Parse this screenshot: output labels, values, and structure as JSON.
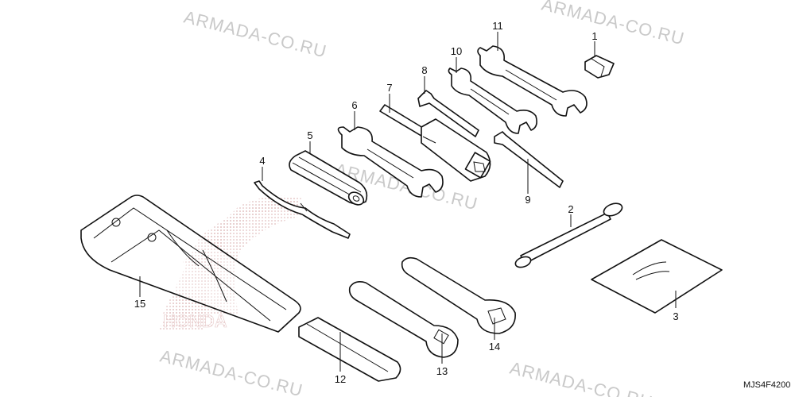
{
  "watermark": {
    "text": "ARMADA-CO.RU",
    "color": "#c8c8c8"
  },
  "logo": {
    "name": "honda-wing-logo",
    "text": "HONDA",
    "color": "#d9a8a8"
  },
  "diagram_code": "MJS4F4200",
  "callouts": [
    {
      "id": "1",
      "part": "tool-clip"
    },
    {
      "id": "2",
      "part": "tie-strap"
    },
    {
      "id": "3",
      "part": "tool-bag"
    },
    {
      "id": "4",
      "part": "screwdriver"
    },
    {
      "id": "5",
      "part": "screwdriver-grip"
    },
    {
      "id": "6",
      "part": "open-end-wrench"
    },
    {
      "id": "7",
      "part": "plug-wrench"
    },
    {
      "id": "8",
      "part": "hex-wrench"
    },
    {
      "id": "9",
      "part": "hex-wrench"
    },
    {
      "id": "10",
      "part": "open-end-wrench"
    },
    {
      "id": "11",
      "part": "open-end-wrench"
    },
    {
      "id": "12",
      "part": "extension-bar"
    },
    {
      "id": "13",
      "part": "pin-spanner"
    },
    {
      "id": "14",
      "part": "spanner"
    },
    {
      "id": "15",
      "part": "tool-pouch"
    }
  ]
}
